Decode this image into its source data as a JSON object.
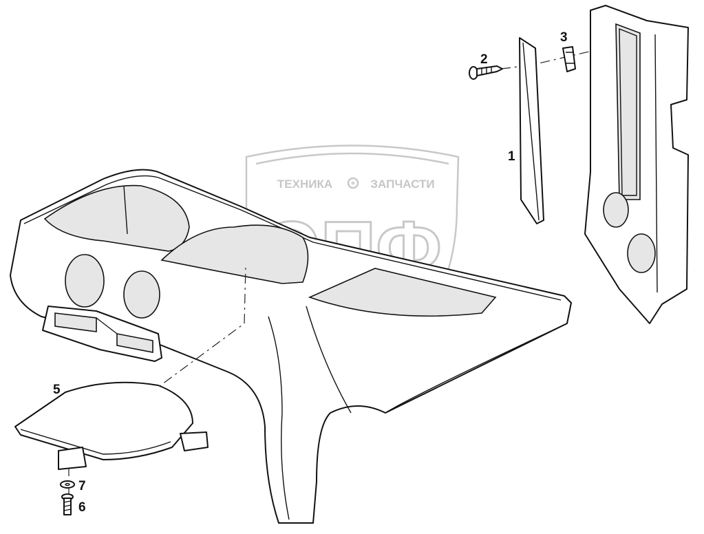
{
  "watermark": {
    "top_text_left": "ТЕХНИКА",
    "top_text_right": "ЗАПЧАСТИ",
    "logo_letters": "ЭПФ",
    "color": "#c8c8c8"
  },
  "callouts": {
    "p1": "1",
    "p2": "2",
    "p3": "3",
    "p5": "5",
    "p6": "6",
    "p7": "7"
  }
}
